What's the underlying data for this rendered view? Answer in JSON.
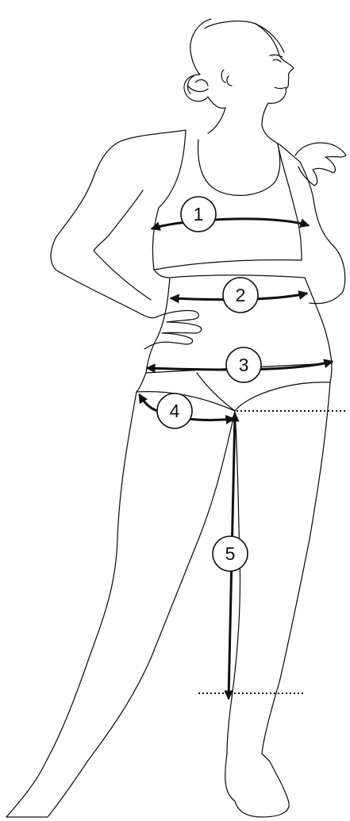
{
  "colors": {
    "line": "#111111",
    "background": "#ffffff"
  },
  "markers": [
    {
      "id": "m1",
      "label": "1"
    },
    {
      "id": "m2",
      "label": "2"
    },
    {
      "id": "m3",
      "label": "3"
    },
    {
      "id": "m4",
      "label": "4"
    },
    {
      "id": "m5",
      "label": "5"
    }
  ]
}
